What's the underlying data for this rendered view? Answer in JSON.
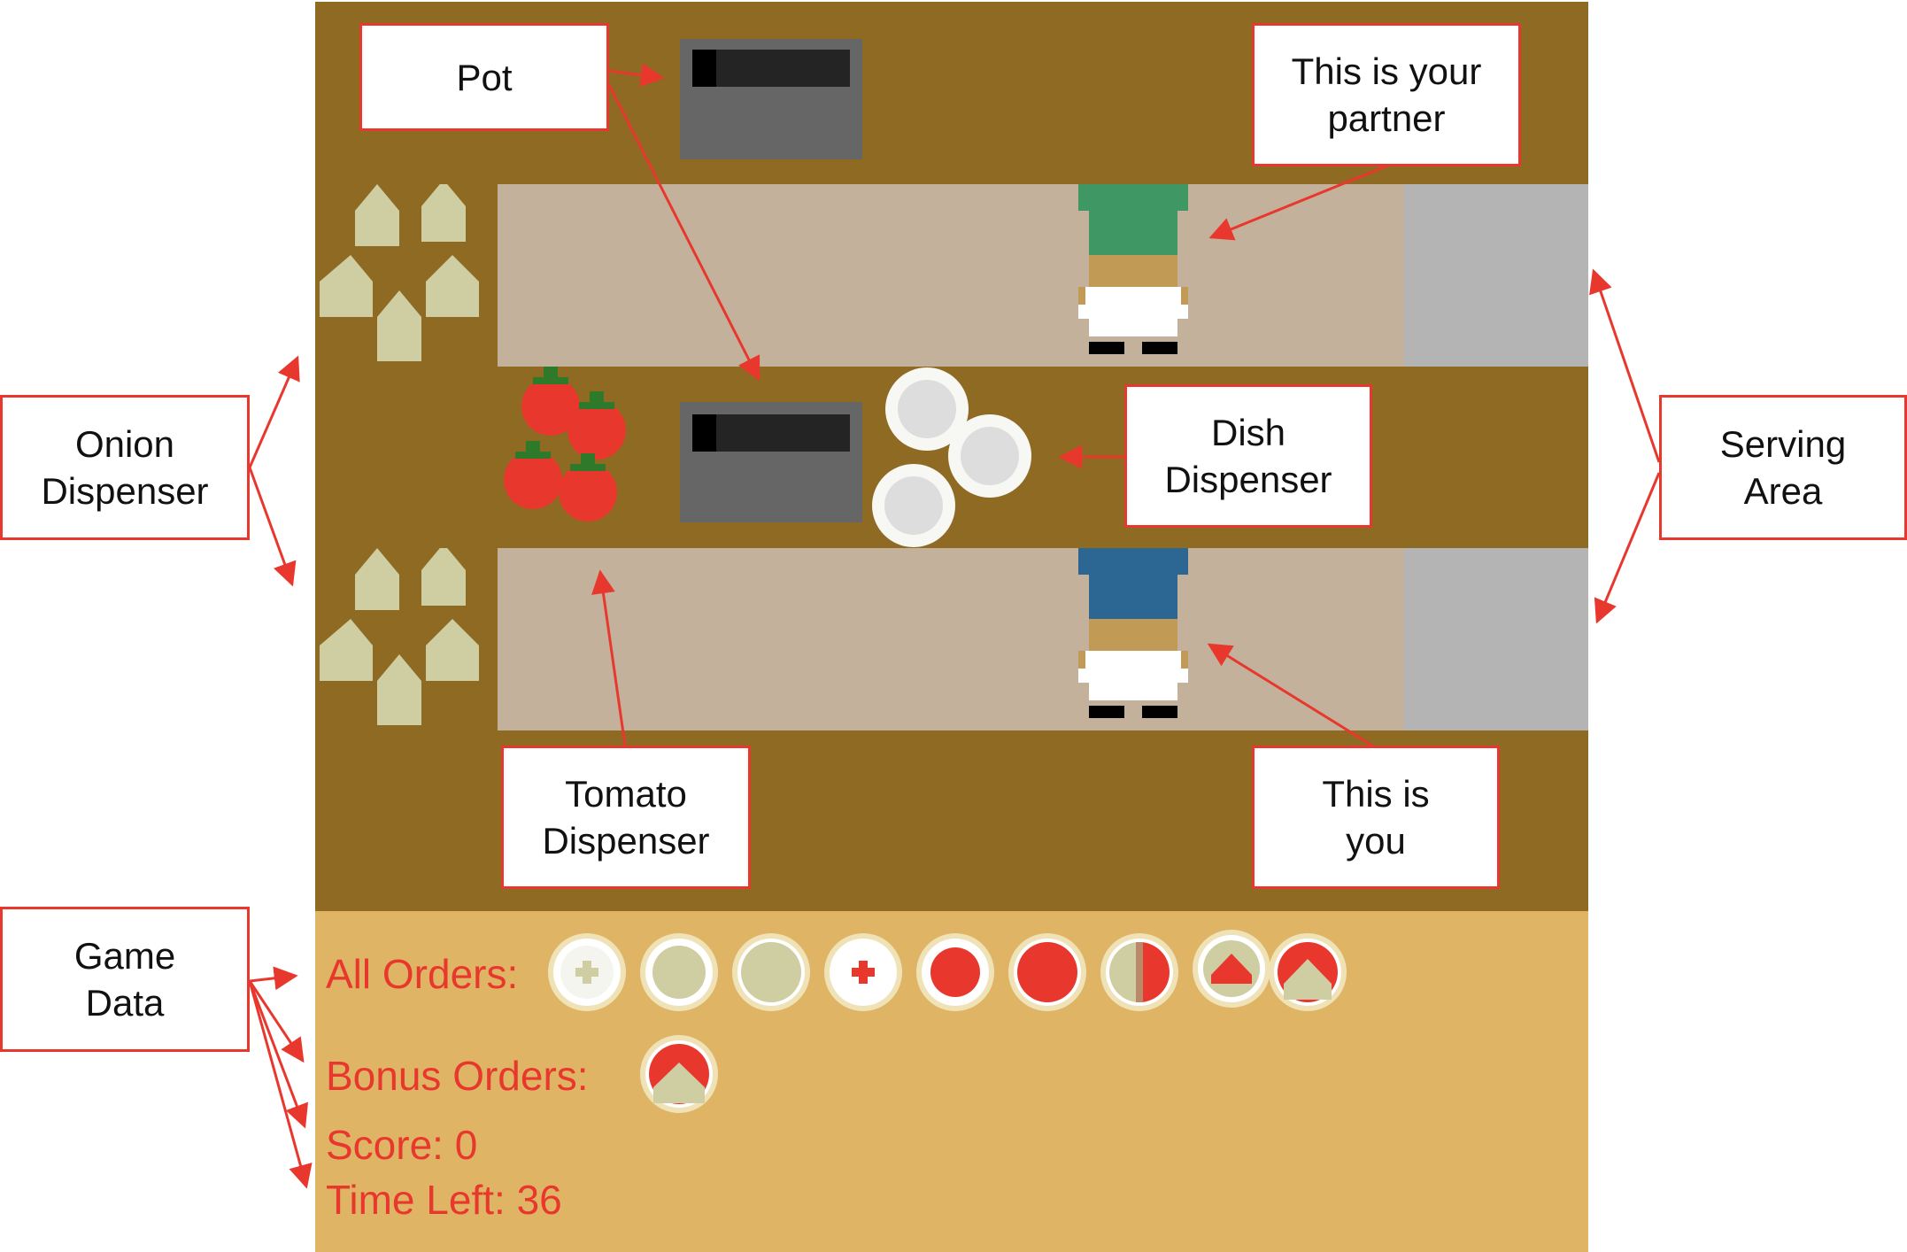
{
  "colors": {
    "wall": "#8f6a23",
    "floor": "#c4b19c",
    "serving": "#b4b4b4",
    "hud": "#dfb565",
    "annotation": "#e8382e",
    "partner_shirt": "#3f9764",
    "player_shirt": "#2c6793"
  },
  "callouts": {
    "pot": "Pot",
    "partner": "This is your\npartner",
    "onion": "Onion\nDispenser",
    "dish": "Dish\nDispenser",
    "serving": "Serving\nArea",
    "tomato": "Tomato\nDispenser",
    "you": "This is\nyou",
    "game_data": "Game\nData"
  },
  "hud": {
    "all_orders_label": "All Orders:",
    "bonus_orders_label": "Bonus Orders:",
    "score": "Score: 0",
    "time_left": "Time Left: 36"
  },
  "orders": {
    "all": [
      "1-onion-soup-icon",
      "2-onion-soup-icon",
      "3-onion-soup-icon",
      "1-tomato-soup-icon",
      "2-tomato-soup-icon",
      "3-tomato-soup-icon",
      "onion-tomato-soup-icon",
      "onion-tomato-soup-icon",
      "onion-tomato-soup-icon"
    ],
    "bonus": [
      "onion-tomato-soup-icon"
    ]
  },
  "pots": [
    {
      "name": "top-pot",
      "progress": 0.15
    },
    {
      "name": "middle-pot",
      "progress": 0.15
    }
  ]
}
